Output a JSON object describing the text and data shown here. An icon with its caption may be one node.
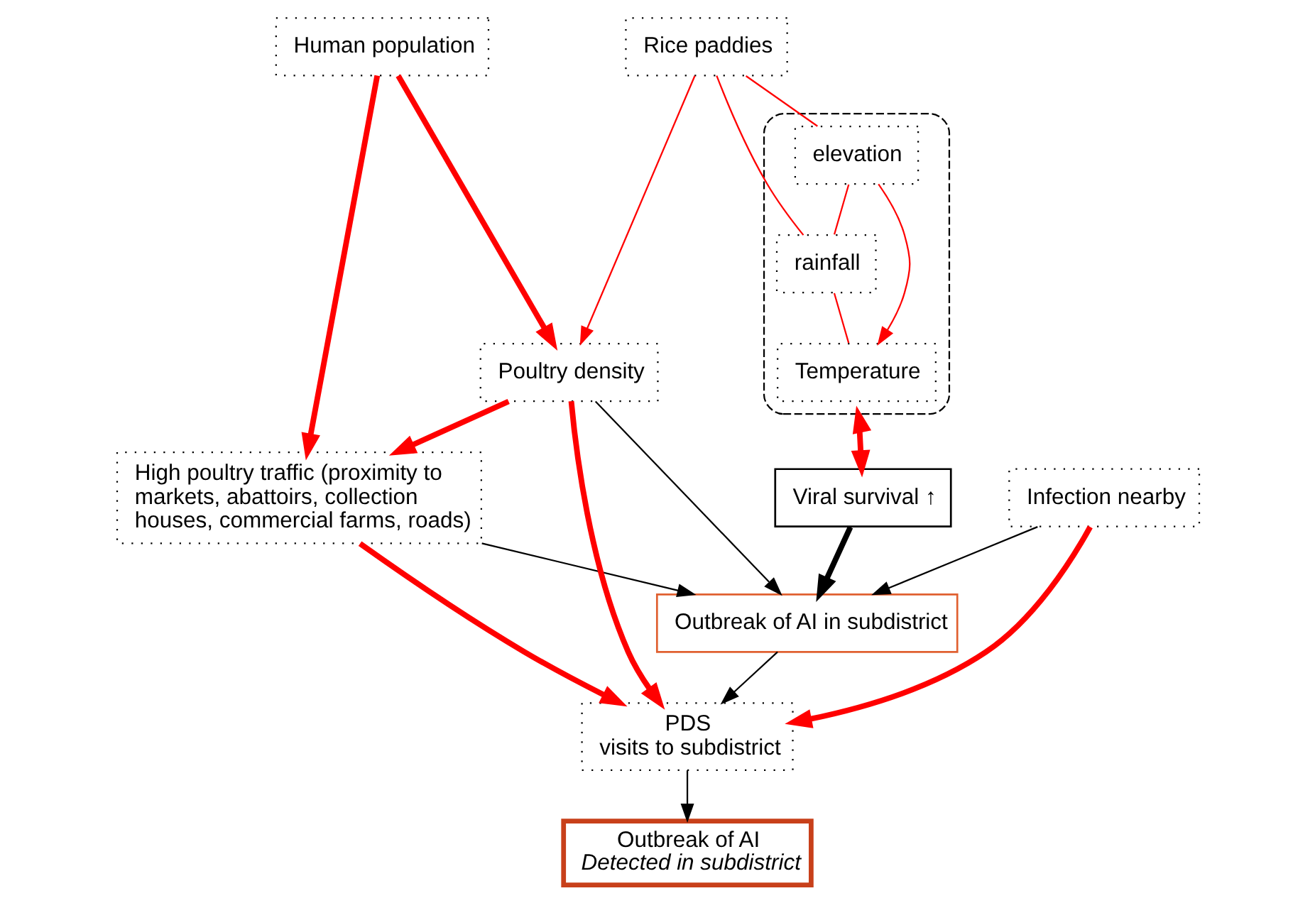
{
  "diagram": {
    "nodes": [
      {
        "text": [
          "Human population"
        ]
      },
      {
        "text": [
          "High poultry traffic (proximity to markets, abattoirs, collection houses, commercial farms, roads)"
        ]
      },
      {
        "text": [
          "Rice paddies"
        ]
      },
      {
        "text": [],
        "shape": "ellipse"
      },
      {
        "text": [
          "elevation"
        ],
        "in": 3
      },
      {
        "text": [
          "Poultry density"
        ]
      },
      {
        "text": [
          "rainfall"
        ],
        "in": 3
      },
      {
        "text": [
          "Temperature"
        ],
        "in": 3
      },
      {
        "text": [
          "Infection nearby"
        ]
      },
      {
        "text": [
          "Outbreak of AI in subdistrict"
        ]
      },
      {
        "text": [
          "Viral survival ↑"
        ]
      },
      {
        "text": [
          "PDS",
          "visits to subdistrict"
        ]
      },
      {
        "text": [
          "Outbreak of AI",
          "Detected in subdistrict"
        ]
      }
    ],
    "edges": [
      {
        "from": 2,
        "to": 4,
        "arrow": "none"
      },
      {
        "from": 2,
        "to": 5,
        "arrow": "to"
      },
      {
        "from": 2,
        "to": 6,
        "arrow": "none"
      },
      {
        "from": 4,
        "to": 6,
        "arrow": "none"
      },
      {
        "from": 4,
        "to": 7,
        "arrow": "to"
      },
      {
        "from": 6,
        "to": 7,
        "arrow": "none"
      },
      {
        "from": 3,
        "to": 10,
        "arrow": "both",
        "style": "thick"
      },
      {
        "from": 0,
        "to": 1,
        "arrow": "to",
        "style": "thick"
      },
      {
        "from": 0,
        "to": 5,
        "arrow": "to",
        "style": "thick"
      },
      {
        "from": 5,
        "to": 1,
        "arrow": "to",
        "style": "thick"
      },
      {
        "from": 5,
        "to": 9,
        "arrow": "to",
        "color": "#000000"
      },
      {
        "from": 1,
        "to": 9,
        "arrow": "to",
        "color": "#000000"
      },
      {
        "from": 8,
        "to": 9,
        "arrow": "to",
        "color": "#000000"
      },
      {
        "from": 10,
        "to": 9,
        "arrow": "to",
        "style": "thick",
        "color": "#000000"
      },
      {
        "from": 9,
        "to": 11,
        "arrow": "to",
        "color": "#000000"
      },
      {
        "from": 5,
        "to": 11,
        "arrow": "to",
        "style": "thick"
      },
      {
        "from": 1,
        "to": 11,
        "arrow": "to",
        "style": "thick"
      },
      {
        "from": 8,
        "to": 11,
        "arrow": "to",
        "style": "thick"
      },
      {
        "from": 11,
        "to": 12,
        "arrow": "to",
        "color": "#000000"
      }
    ]
  }
}
